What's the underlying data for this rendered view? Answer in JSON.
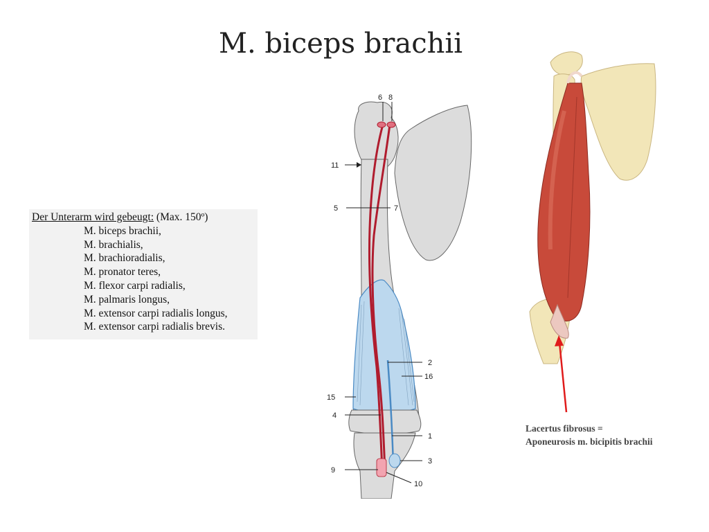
{
  "slide": {
    "title": "M. biceps brachii"
  },
  "text_box": {
    "heading_underlined": "Der Unterarm wird gebeugt:",
    "heading_rest": " (Max. 150º)",
    "muscles": [
      "M. biceps brachii,",
      "M. brachialis,",
      "M. brachioradialis,",
      "M. pronator teres,",
      "M. flexor carpi radialis,",
      "M. palmaris longus,",
      "M. extensor carpi radialis longus,",
      "M. extensor carpi radialis brevis."
    ]
  },
  "diagram": {
    "labels": {
      "l6": "6",
      "l8": "8",
      "l11": "11",
      "l5": "5",
      "l7": "7",
      "l2": "2",
      "l16": "16",
      "l15": "15",
      "l4": "4",
      "l1": "1",
      "l3": "3",
      "l9": "9",
      "l10": "10"
    },
    "colors": {
      "bone": "#dcdcdc",
      "muscle_line": "#b01c2e",
      "brachialis": "#bcd8ee",
      "brachialis_edge": "#4a8ac4"
    }
  },
  "caption": {
    "line1": "Lacertus fibrosus =",
    "line2": "Aponeurosis m. bicipitis brachii"
  },
  "arrow": {
    "color": "#e01b1b"
  }
}
